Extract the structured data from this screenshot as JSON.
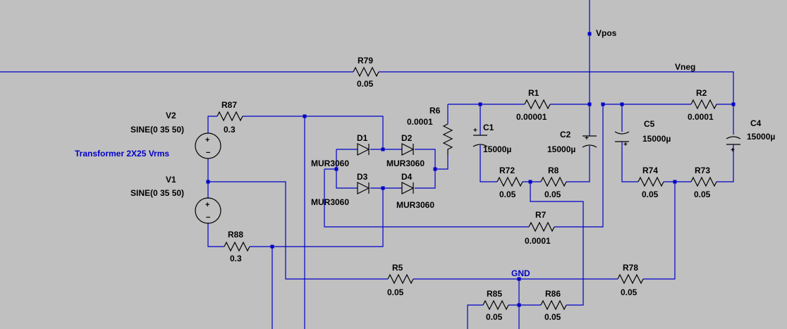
{
  "comment": "Transformer 2X25 Vrms",
  "nets": {
    "vpos": "Vpos",
    "vneg": "Vneg",
    "gnd": "GND"
  },
  "sources": {
    "v2": {
      "name": "V2",
      "value": "SINE(0 35 50)"
    },
    "v1": {
      "name": "V1",
      "value": "SINE(0 35 50)"
    }
  },
  "resistors": {
    "r79": {
      "name": "R79",
      "value": "0.05"
    },
    "r87": {
      "name": "R87",
      "value": "0.3"
    },
    "r88": {
      "name": "R88",
      "value": "0.3"
    },
    "r6": {
      "name": "R6",
      "value": "0.0001"
    },
    "r1": {
      "name": "R1",
      "value": "0.00001"
    },
    "r2": {
      "name": "R2",
      "value": "0.0001"
    },
    "r72": {
      "name": "R72",
      "value": "0.05"
    },
    "r8": {
      "name": "R8",
      "value": "0.05"
    },
    "r74": {
      "name": "R74",
      "value": "0.05"
    },
    "r73": {
      "name": "R73",
      "value": "0.05"
    },
    "r7": {
      "name": "R7",
      "value": "0.0001"
    },
    "r5": {
      "name": "R5",
      "value": "0.05"
    },
    "r78": {
      "name": "R78",
      "value": "0.05"
    },
    "r85": {
      "name": "R85",
      "value": "0.05"
    },
    "r86": {
      "name": "R86",
      "value": "0.05"
    }
  },
  "capacitors": {
    "c1": {
      "name": "C1",
      "value": "15000µ"
    },
    "c2": {
      "name": "C2",
      "value": "15000µ"
    },
    "c5": {
      "name": "C5",
      "value": "15000µ"
    },
    "c4": {
      "name": "C4",
      "value": "15000µ"
    }
  },
  "diodes": {
    "d1": {
      "name": "D1",
      "value": "MUR3060"
    },
    "d2": {
      "name": "D2",
      "value": "MUR3060"
    },
    "d3": {
      "name": "D3",
      "value": "MUR3060"
    },
    "d4": {
      "name": "D4",
      "value": "MUR3060"
    }
  }
}
